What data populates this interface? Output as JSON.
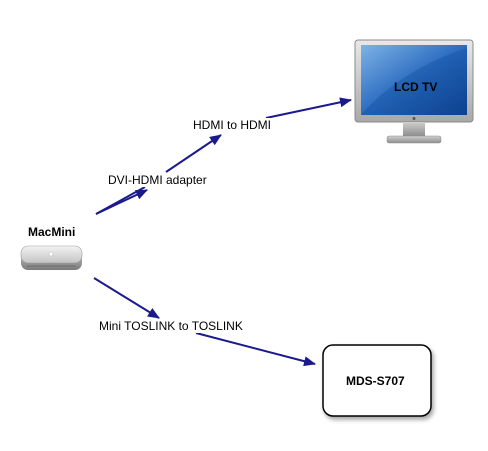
{
  "nodes": {
    "macmini": {
      "label": "MacMini"
    },
    "lcd_tv": {
      "label": "LCD TV"
    },
    "mds": {
      "label": "MDS-S707"
    }
  },
  "edges": {
    "dvi_hdmi": {
      "label": "DVI-HDMI adapter"
    },
    "hdmi_hdmi": {
      "label": "HDMI to HDMI"
    },
    "toslink": {
      "label": "Mini TOSLINK to TOSLINK"
    }
  },
  "colors": {
    "arrow": "#1a1a8c",
    "box_border": "#000000",
    "screen_blue": "#1d5aa8"
  }
}
